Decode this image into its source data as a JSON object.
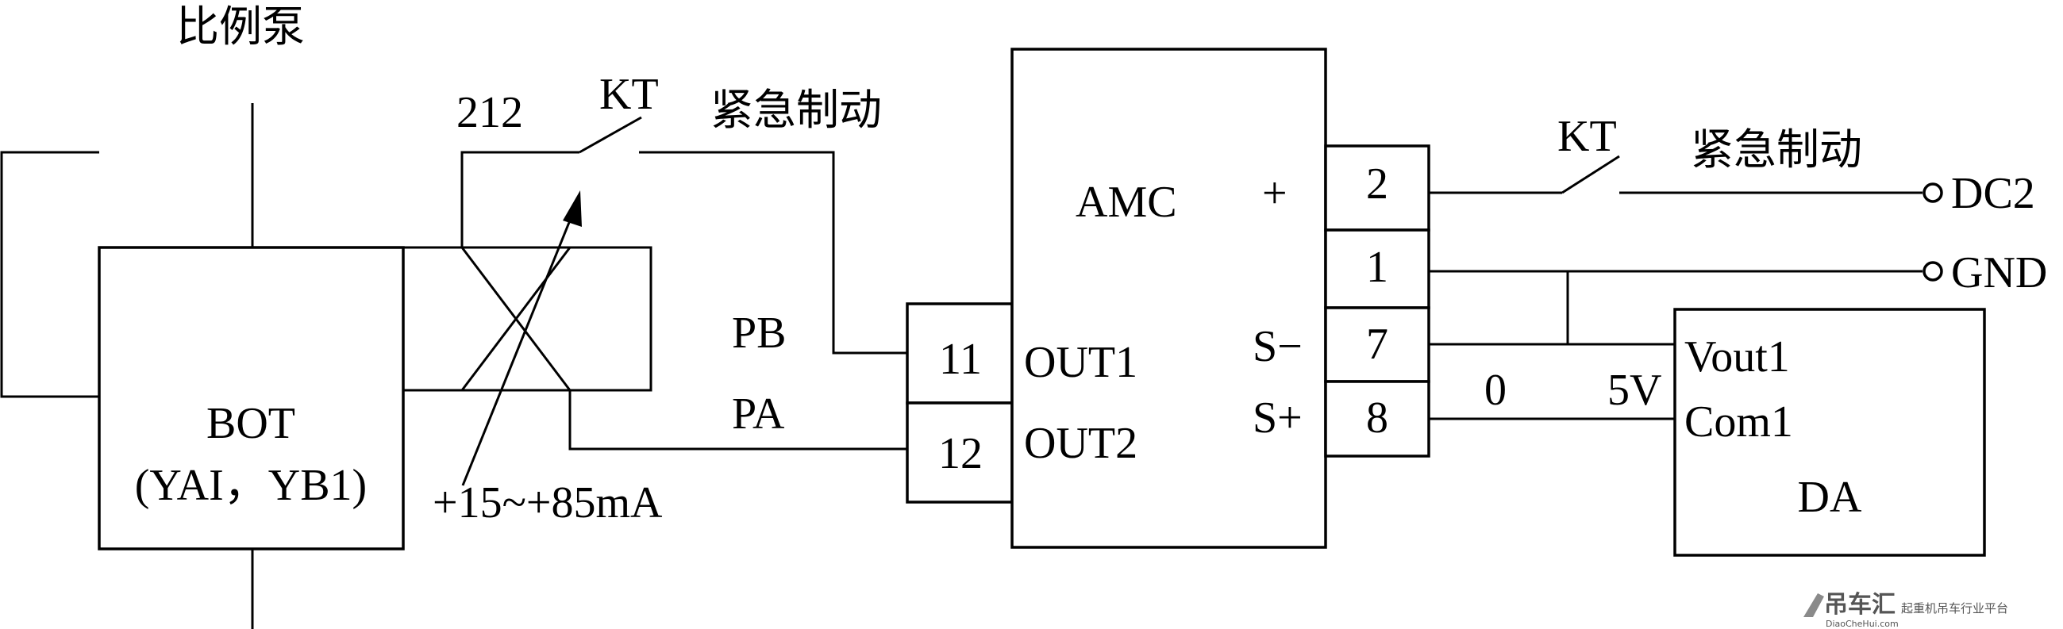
{
  "labels": {
    "pump_title": "比例泵",
    "bot_line1": "BOT",
    "bot_line2": "(YAI，YB1)",
    "wire_212": "212",
    "kt_left": "KT",
    "emergency_left": "紧急制动",
    "current_range": "+15~+85mA",
    "pb": "PB",
    "pa": "PA",
    "t11": "11",
    "t12": "12",
    "out1": "OUT1",
    "out2": "OUT2",
    "amc": "AMC",
    "plus": "+",
    "s_minus": "S−",
    "s_plus": "S+",
    "t2": "2",
    "t1": "1",
    "t7": "7",
    "t8": "8",
    "kt_right": "KT",
    "emergency_right": "紧急制动",
    "dc2": "DC2",
    "gnd": "GND",
    "zero": "0",
    "five_v": "5V",
    "vout1": "Vout1",
    "com1": "Com1",
    "da": "DA"
  },
  "watermark": {
    "brand": "吊车汇",
    "domain": "DiaoCheHui.com",
    "slogan": "起重机吊车行业平台"
  }
}
